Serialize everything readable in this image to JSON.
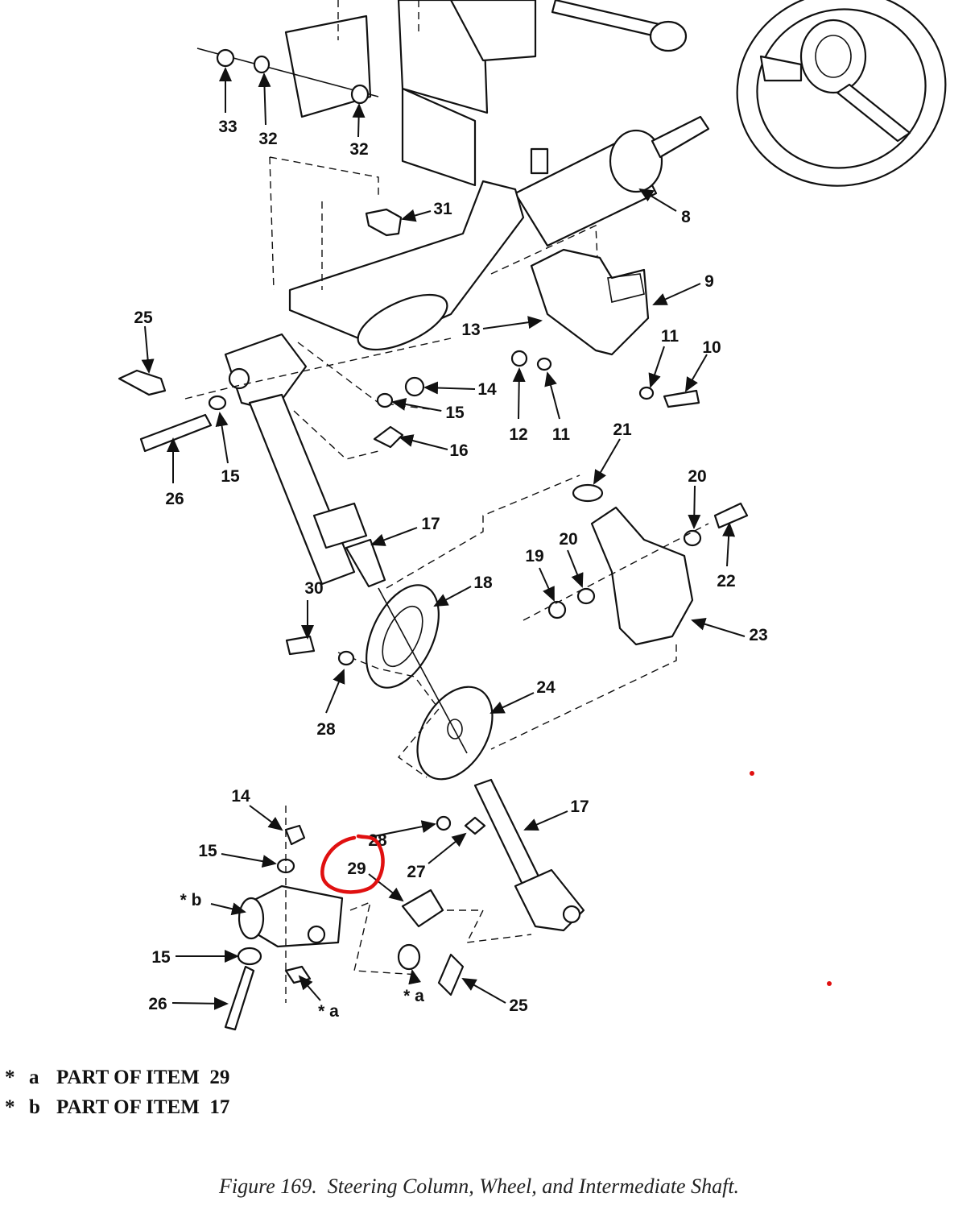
{
  "callouts": {
    "c33": "33",
    "c32a": "32",
    "c32b": "32",
    "c31": "31",
    "c8": "8",
    "c9": "9",
    "c13": "13",
    "c11a": "11",
    "c10": "10",
    "c25a": "25",
    "c14a": "14",
    "c15a": "15",
    "c16": "16",
    "c12": "12",
    "c11b": "11",
    "c26a": "26",
    "c15b": "15",
    "c21": "21",
    "c20a": "20",
    "c20b": "20",
    "c22": "22",
    "c17a": "17",
    "c19": "19",
    "c18": "18",
    "c30": "30",
    "c23": "23",
    "c28a": "28",
    "c24": "24",
    "c14b": "14",
    "c15c": "15",
    "c28b": "28",
    "c29": "29",
    "c27": "27",
    "c17b": "17",
    "cb": "* b",
    "c15d": "15",
    "c26b": "26",
    "ca1": "* a",
    "ca2": "* a",
    "c25b": "25"
  },
  "legend": [
    {
      "mark": "*",
      "key": "a",
      "text": "PART OF ITEM  29"
    },
    {
      "mark": "*",
      "key": "b",
      "text": "PART OF ITEM  17"
    }
  ],
  "caption": "Figure 169.  Steering Column, Wheel, and Intermediate Shaft.",
  "colors": {
    "ink": "#111111",
    "annotation": "#e01010"
  }
}
